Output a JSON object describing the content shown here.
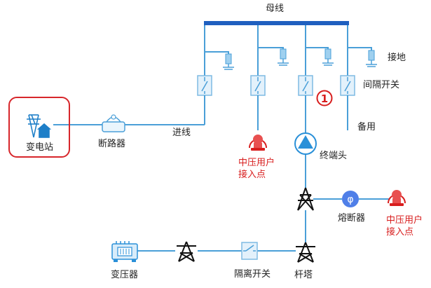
{
  "labels": {
    "busbar": "母线",
    "ground": "接地",
    "bay_switch": "间隔开关",
    "marker": "①",
    "spare": "备用",
    "substation": "变电站",
    "breaker": "断路器",
    "incoming": "进线",
    "mv_user_1_line1": "中压用户",
    "mv_user_1_line2": "接入点",
    "terminal": "终端头",
    "fuse": "熔断器",
    "mv_user_2_line1": "中压用户",
    "mv_user_2_line2": "接入点",
    "transformer": "变压器",
    "isolator": "隔离开关",
    "tower": "杆塔",
    "fuse_glyph": "φ"
  },
  "colors": {
    "line": "#4a9fd8",
    "busbar": "#1f5fbf",
    "switch_fill": "#e3f1fb",
    "switch_stroke": "#7fbbe3",
    "tower": "#111111",
    "red_accent": "#d81e1e",
    "fuse_fill": "#4f7fe8"
  },
  "icons": {
    "substation": "substation-icon",
    "breaker": "breaker-icon",
    "switch": "switch-icon",
    "ground": "ground-icon",
    "user_point": "user-access-point-icon",
    "terminal": "cable-terminal-icon",
    "tower": "tower-icon",
    "fuse": "fuse-icon",
    "transformer": "transformer-icon"
  }
}
